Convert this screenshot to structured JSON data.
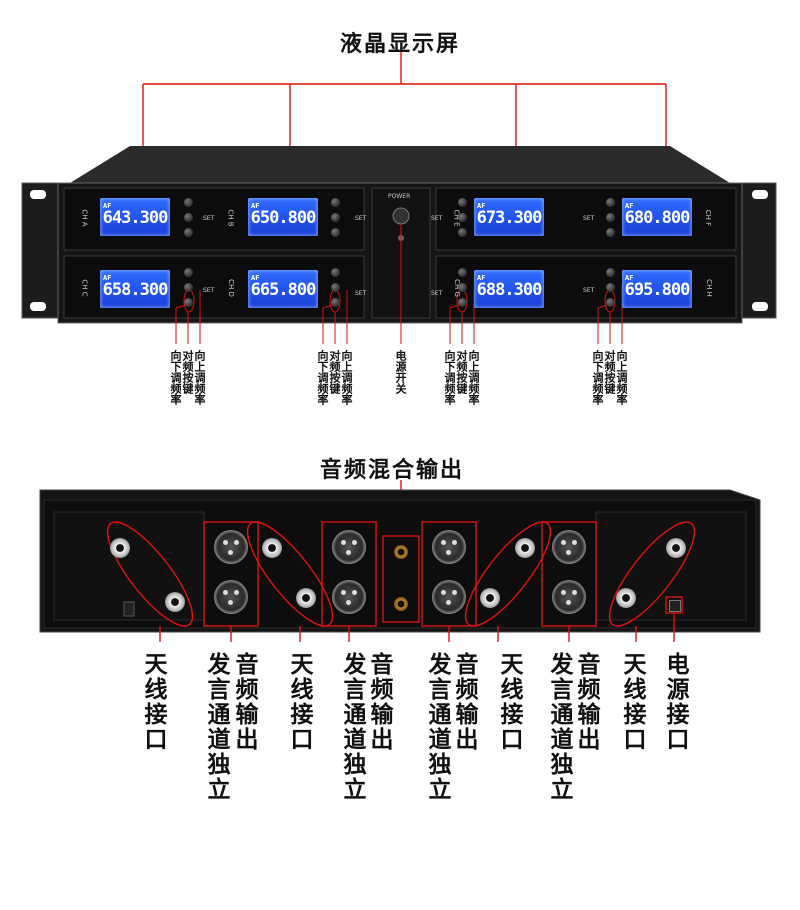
{
  "front": {
    "title": "液晶显示屏",
    "lcd_prefix": "AF",
    "power_label": "POWER",
    "set_label": "SET",
    "channels": [
      {
        "ch": "CH A",
        "freq": "643.300"
      },
      {
        "ch": "CH B",
        "freq": "650.800"
      },
      {
        "ch": "CH E",
        "freq": "673.300"
      },
      {
        "ch": "CH F",
        "freq": "680.800"
      },
      {
        "ch": "CH C",
        "freq": "658.300"
      },
      {
        "ch": "CH D",
        "freq": "665.800"
      },
      {
        "ch": "CH G",
        "freq": "688.300"
      },
      {
        "ch": "CH H",
        "freq": "695.800"
      }
    ],
    "down_label": "向下调频率",
    "pair_label": "对频按键",
    "up_label": "向上调频率",
    "power_switch_label": "电源开关"
  },
  "back": {
    "title": "音频混合输出",
    "antenna_label": "天线接口",
    "mic_label": "发言通道独立",
    "audio_label": "音频输出",
    "power_label": "电源接口"
  }
}
